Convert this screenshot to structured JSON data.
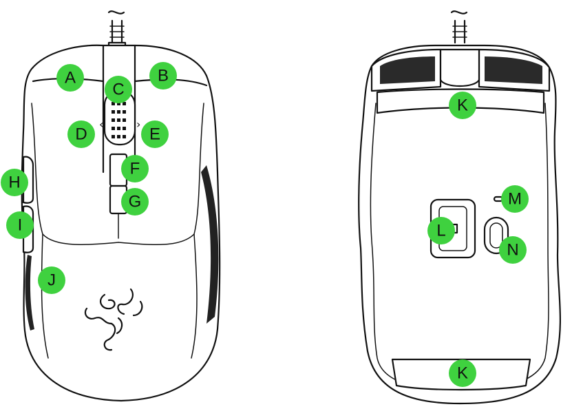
{
  "colors": {
    "callout": "#3fd13f",
    "line": "#111111",
    "background": "#ffffff"
  },
  "top_view": {
    "callouts": [
      {
        "id": "a",
        "label": "A"
      },
      {
        "id": "b",
        "label": "B"
      },
      {
        "id": "c",
        "label": "C"
      },
      {
        "id": "d",
        "label": "D"
      },
      {
        "id": "e",
        "label": "E"
      },
      {
        "id": "f",
        "label": "F"
      },
      {
        "id": "g",
        "label": "G"
      },
      {
        "id": "h",
        "label": "H"
      },
      {
        "id": "i",
        "label": "I"
      },
      {
        "id": "j",
        "label": "J"
      }
    ],
    "wheel_tilt_marks": [
      "‹",
      "›"
    ]
  },
  "bottom_view": {
    "callouts": [
      {
        "id": "k-top",
        "label": "K"
      },
      {
        "id": "m",
        "label": "M"
      },
      {
        "id": "l",
        "label": "L"
      },
      {
        "id": "n",
        "label": "N"
      },
      {
        "id": "k-bottom",
        "label": "K"
      }
    ]
  }
}
